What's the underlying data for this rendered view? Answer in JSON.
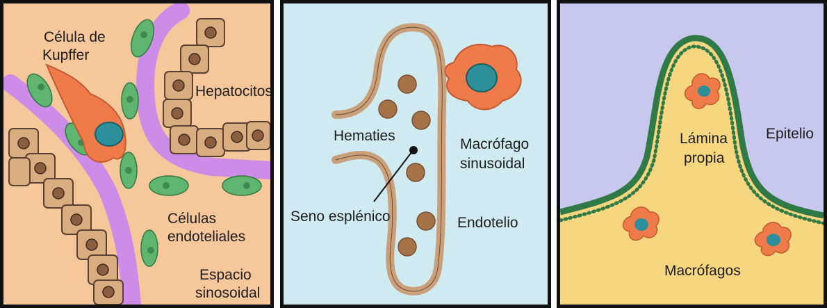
{
  "panels": {
    "liver": {
      "kupffer_label_line1": "Célula de",
      "kupffer_label_line2": "Kupffer",
      "hepatocytes_label": "Hepatocitos",
      "endothelial_label_line1": "Células",
      "endothelial_label_line2": "endoteliales",
      "space_label_line1": "Espacio",
      "space_label_line2": "sinosoidal"
    },
    "spleen": {
      "hematies_label": "Hematies",
      "macrophage_label_line1": "Macrófago",
      "macrophage_label_line2": "sinusoidal",
      "sinus_label": "Seno esplénico",
      "endothelium_label": "Endotelio"
    },
    "mucosa": {
      "lamina_label_line1": "Lámina",
      "lamina_label_line2": "propia",
      "epithelium_label": "Epitelio",
      "macrophages_label": "Macrófagos"
    }
  },
  "colors": {
    "hepatocyte": "#d9ad80",
    "purple_sinusoid": "#cc8ce8",
    "endothelial_green": "#5fb56f",
    "kupffer_orange": "#ef7a4a",
    "nucleus_teal": "#2d8f9a",
    "rbc_brown": "#a67248",
    "epithelium_green": "#2f7a47",
    "lamina_yellow": "#f6d67e"
  }
}
